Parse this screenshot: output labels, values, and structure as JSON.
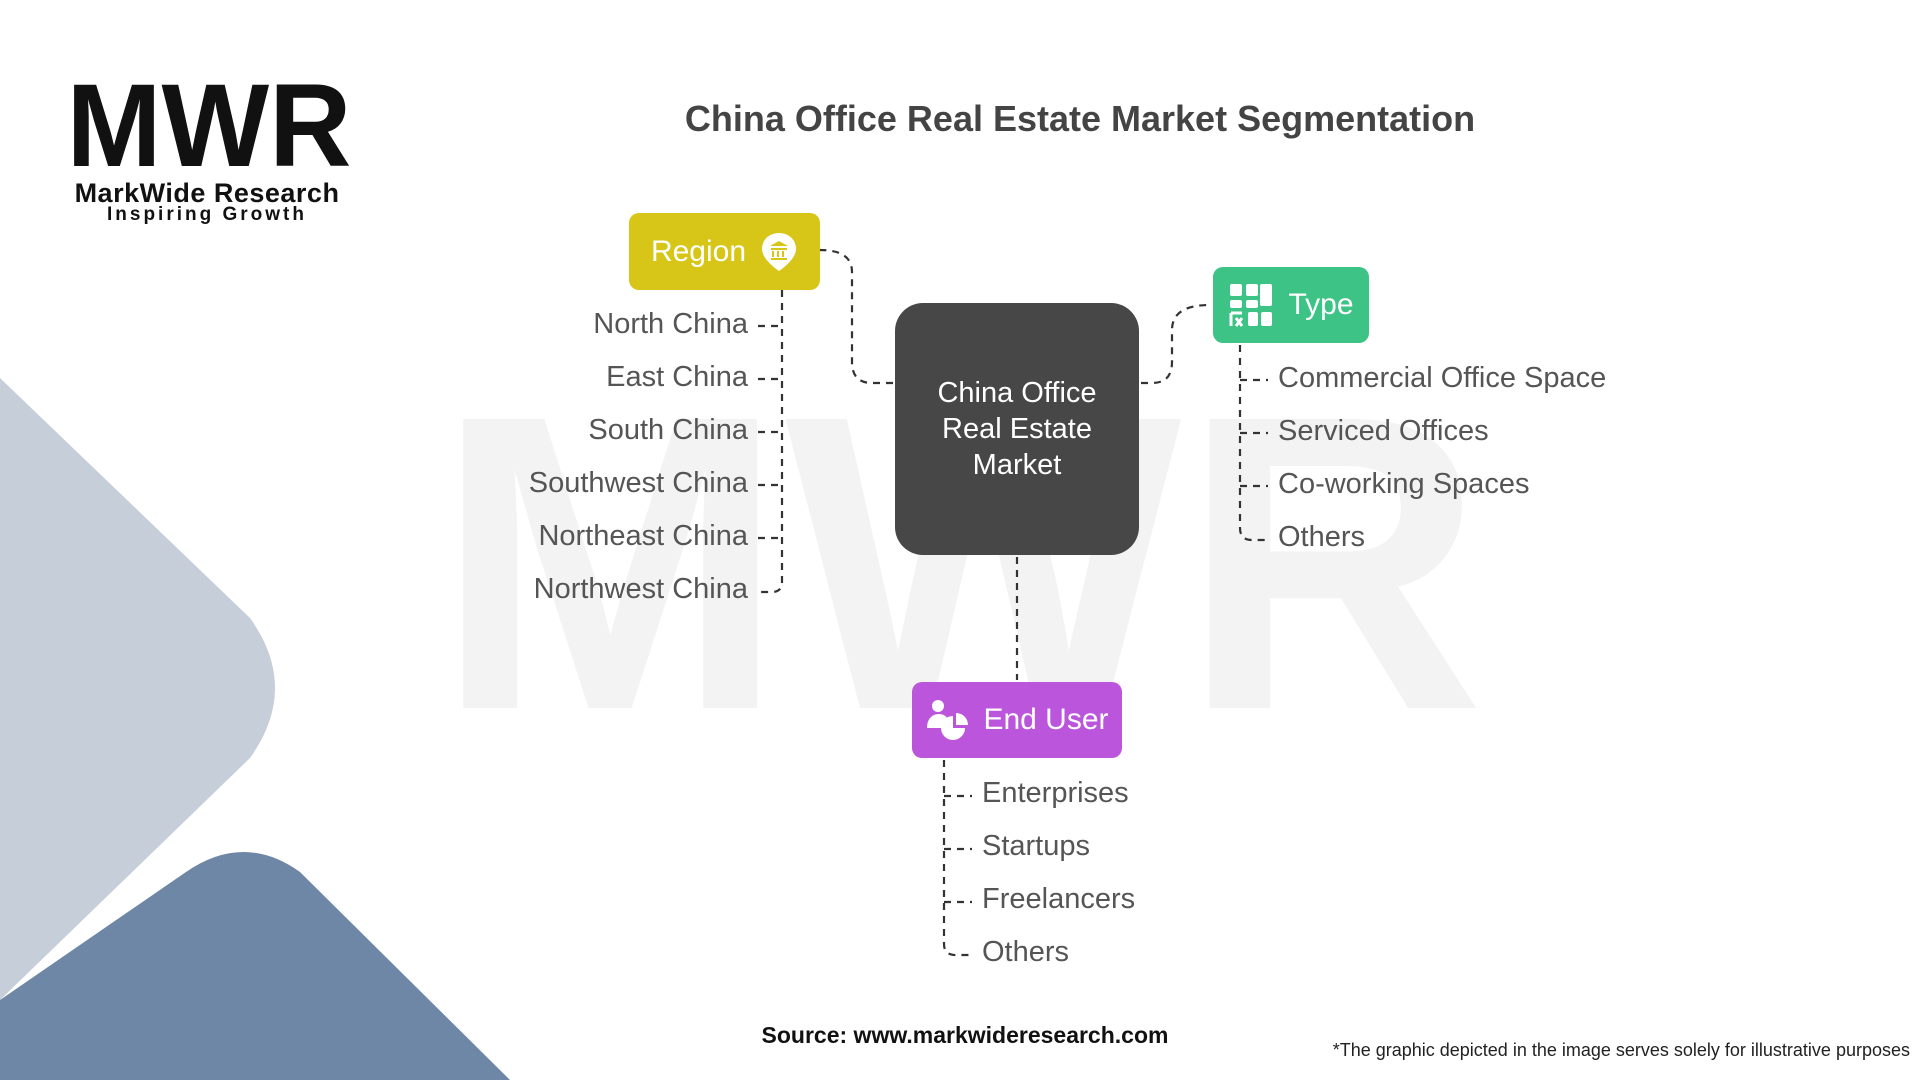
{
  "brand": {
    "logo_letters": "MWR",
    "name": "MarkWide Research",
    "tagline": "Inspiring Growth"
  },
  "title": "China Office Real Estate Market Segmentation",
  "center_node": "China Office Real Estate Market",
  "segments": {
    "region": {
      "label": "Region",
      "icon": "bank-location-pin-icon",
      "color": "#d7c617",
      "items": [
        "North China",
        "East China",
        "South China",
        "Southwest China",
        "Northeast China",
        "Northwest China"
      ]
    },
    "type": {
      "label": "Type",
      "icon": "floor-plan-icon",
      "color": "#3cc385",
      "items": [
        "Commercial Office Space",
        "Serviced Offices",
        "Co-working Spaces",
        "Others"
      ]
    },
    "end_user": {
      "label": "End User",
      "icon": "user-pie-chart-icon",
      "color": "#bb56dc",
      "items": [
        "Enterprises",
        "Startups",
        "Freelancers",
        "Others"
      ]
    }
  },
  "source": "Source: www.markwideresearch.com",
  "disclaimer": "*The graphic depicted in the image serves solely for illustrative purposes"
}
